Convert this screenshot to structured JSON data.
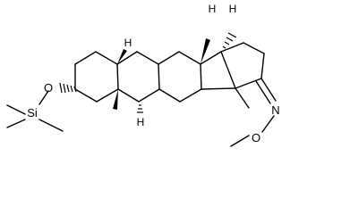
{
  "molecule": {
    "atoms": {
      "oxygen_ether": "O",
      "silicon": "Si",
      "nitrogen": "N",
      "oxygen_oxime": "O"
    },
    "stereo_h": [
      "H",
      "H",
      "H",
      "H"
    ]
  }
}
